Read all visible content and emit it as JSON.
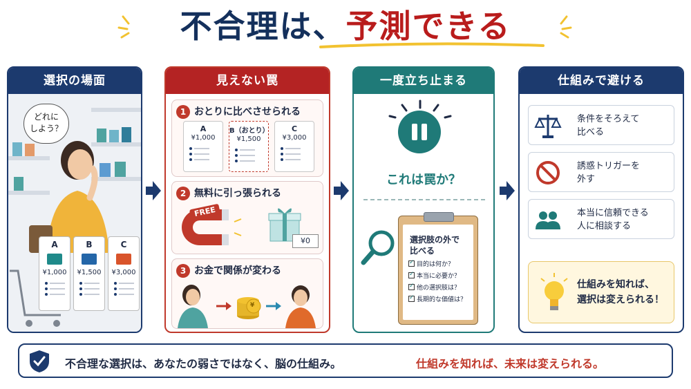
{
  "title": {
    "part1": "不合理は、",
    "part2": "予測できる"
  },
  "colors": {
    "navy": "#1c3a6e",
    "red": "#b42323",
    "teal": "#1f7a78",
    "yellow": "#f2c230"
  },
  "col1": {
    "header": "選択の場面",
    "bubble": [
      "どれに",
      "しよう？"
    ],
    "cards": [
      {
        "label": "A",
        "price": "¥1,000",
        "color": "#1f8a8a"
      },
      {
        "label": "B",
        "price": "¥1,500",
        "color": "#2466a8"
      },
      {
        "label": "C",
        "price": "¥3,000",
        "color": "#d9542b"
      }
    ]
  },
  "col2": {
    "header": "見えない罠",
    "sec1": {
      "num": "1",
      "title": "おとりに比べさせられる",
      "options": [
        {
          "label": "A",
          "price": "¥1,000"
        },
        {
          "label": "B（おとり）",
          "price": "¥1,500"
        },
        {
          "label": "C",
          "price": "¥3,000"
        }
      ]
    },
    "sec2": {
      "num": "2",
      "title": "無料に引っ張られる",
      "free": "FREE",
      "price_tag": "¥0"
    },
    "sec3": {
      "num": "3",
      "title": "お金で関係が変わる",
      "coin": "¥"
    }
  },
  "col3": {
    "header": "一度立ち止まる",
    "question": "これは罠か？",
    "clipboard_title": [
      "選択肢の外で",
      "比べる"
    ],
    "checks": [
      "目的は何か？",
      "本当に必要か？",
      "他の選択肢は？",
      "長期的な価値は？"
    ]
  },
  "col4": {
    "header": "仕組みで避ける",
    "tips": [
      {
        "icon": "scale-icon",
        "lines": [
          "条件をそろえて",
          "比べる"
        ]
      },
      {
        "icon": "no-entry-icon",
        "lines": [
          "誘惑トリガーを",
          "外す"
        ]
      },
      {
        "icon": "people-icon",
        "lines": [
          "本当に信頼できる",
          "人に相談する"
        ]
      }
    ],
    "bulb_text": [
      "仕組みを知れば、",
      "選択は変えられる！"
    ]
  },
  "footer": {
    "part1": "不合理な選択は、あなたの弱さではなく、脳の仕組み。",
    "part2": "仕組みを知れば、未来は変えられる。"
  }
}
